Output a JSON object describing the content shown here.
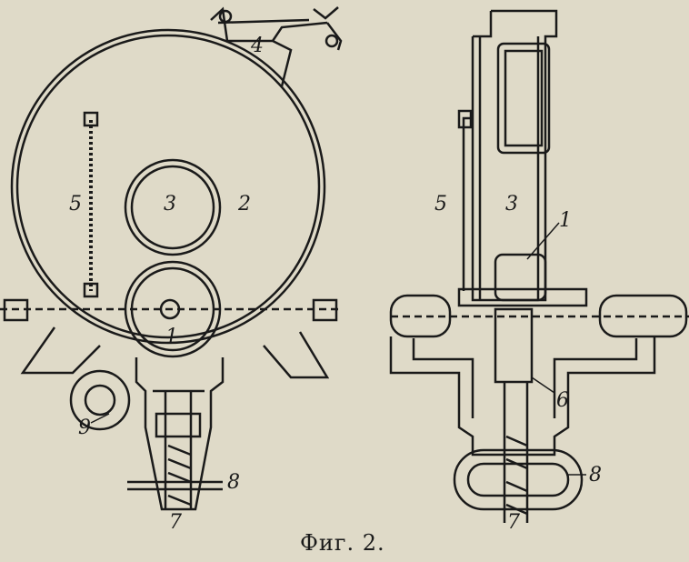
{
  "caption": "Фиг. 2.",
  "left_view": {
    "labels": {
      "l4": "4",
      "l5": "5",
      "l3": "3",
      "l2": "2",
      "l1": "1",
      "l9": "9",
      "l8": "8",
      "l7": "7"
    }
  },
  "right_view": {
    "labels": {
      "l5": "5",
      "l3": "3",
      "l1": "1",
      "l6": "6",
      "l8": "8",
      "l7": "7"
    }
  },
  "colors": {
    "paper": "#dfdac8",
    "ink": "#1a1a1a"
  }
}
